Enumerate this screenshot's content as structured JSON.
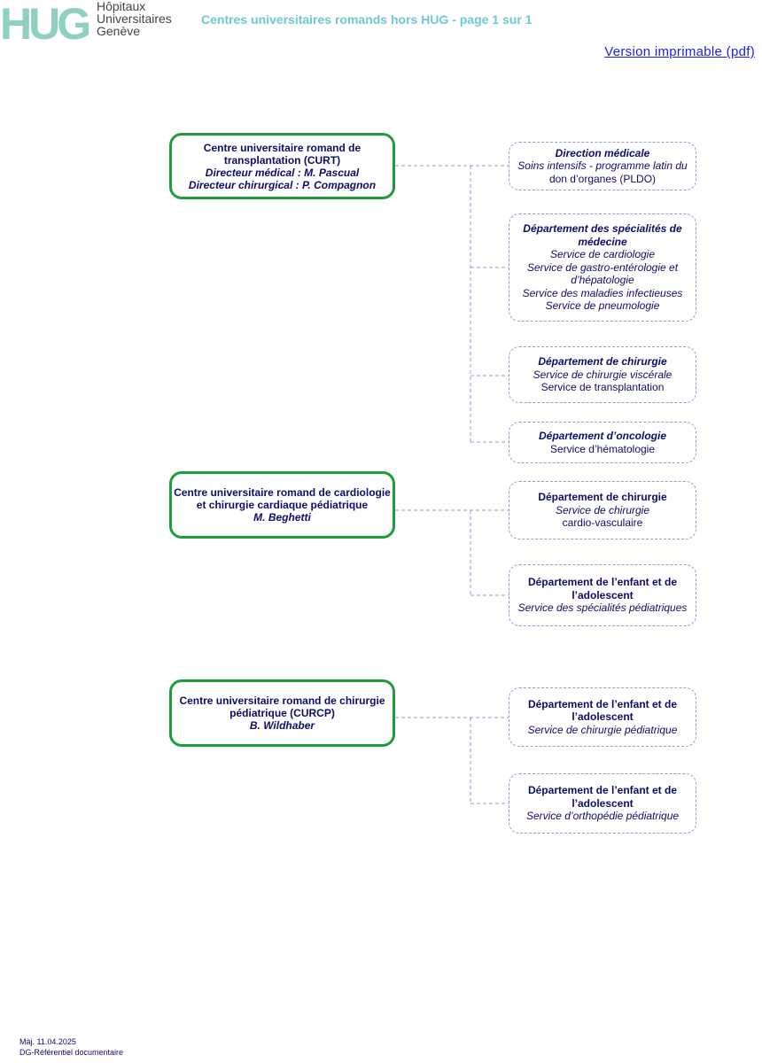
{
  "header": {
    "logo_letters": "HUG",
    "logo_lines": [
      "Hôpitaux",
      "Universitaires",
      "Genève"
    ],
    "title": "Centres universitaires romands hors HUG -  page 1 sur 1",
    "print_link": "Version imprimable (pdf)"
  },
  "colors": {
    "centre_border": "#1f9d3a",
    "dept_border": "#9a9ad2",
    "text": "#0d0d6b",
    "title": "#6ec9d1",
    "link": "#1a1aff"
  },
  "centres": [
    {
      "lines": [
        "Centre universitaire romand de",
        "transplantation (CURT)"
      ],
      "italic_lines": [
        "Directeur médical : M. Pascual",
        "Directeur chirurgical : P. Compagnon"
      ]
    },
    {
      "lines": [
        "Centre universitaire romand de cardiologie",
        "et chirurgie cardiaque pédiatrique"
      ],
      "italic_lines": [
        "M. Beghetti"
      ]
    },
    {
      "lines": [
        "Centre universitaire romand de chirurgie",
        "pédiatrique (CURCP)"
      ],
      "italic_lines": [
        "B. Wildhaber"
      ]
    }
  ],
  "departments": [
    {
      "head": [
        "Direction médicale"
      ],
      "services": [
        "Soins intensifs - programme latin du",
        "don d’organes (PLDO)"
      ]
    },
    {
      "head": [
        "Département des spécialités de",
        "médecine"
      ],
      "services": [
        "Service de cardiologie",
        "Service de gastro-entérologie et",
        "d’hépatologie",
        "Service des maladies infectieuses",
        "Service de pneumologie"
      ]
    },
    {
      "head": [
        "Département de chirurgie"
      ],
      "services": [
        "Service de chirurgie viscérale",
        "Service de transplantation"
      ]
    },
    {
      "head": [
        "Département d’oncologie"
      ],
      "services": [
        "Service d’hématologie"
      ]
    },
    {
      "head": [
        "Département de chirurgie"
      ],
      "services": [
        "Service de chirurgie",
        "cardio-vasculaire"
      ]
    },
    {
      "head": [
        "Département de l’enfant et de",
        "l’adolescent"
      ],
      "services": [
        "Service des spécialités pédiatriques"
      ]
    },
    {
      "head": [
        "Département de l’enfant et de",
        "l’adolescent"
      ],
      "services": [
        "Service de chirurgie pédiatrique"
      ]
    },
    {
      "head": [
        "Département de l’enfant et de",
        "l’adolescent"
      ],
      "services": [
        "Service d’orthopédie pédiatrique"
      ]
    }
  ],
  "footer": {
    "date": "Màj. 11.04.2025",
    "source": "DG-Référentiel documentaire"
  }
}
